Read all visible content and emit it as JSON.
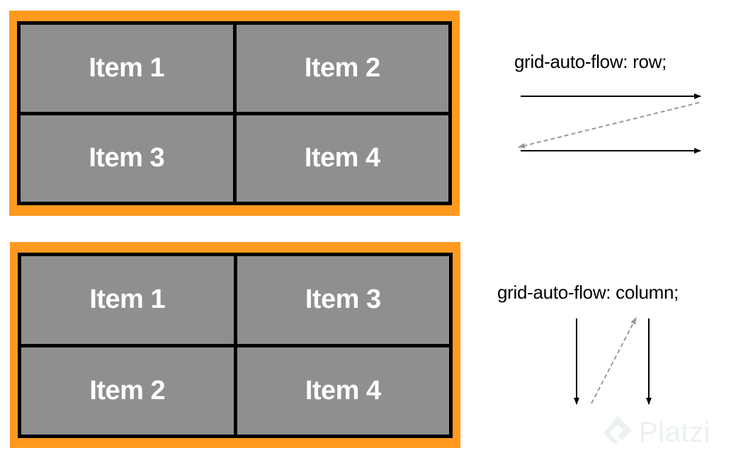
{
  "row_example": {
    "caption": "grid-auto-flow: row;",
    "cells": [
      "Item 1",
      "Item 2",
      "Item 3",
      "Item 4"
    ]
  },
  "column_example": {
    "caption": "grid-auto-flow: column;",
    "cells": [
      "Item 1",
      "Item 3",
      "Item 2",
      "Item 4"
    ]
  },
  "colors": {
    "frame": "#ff9a1f",
    "cell": "#8f8f8f",
    "cell_text": "#ffffff",
    "grid_lines": "#000000",
    "dashed_arrow": "#999999"
  },
  "watermark": {
    "text": "Platzi",
    "icon": "platzi-logo-icon"
  }
}
